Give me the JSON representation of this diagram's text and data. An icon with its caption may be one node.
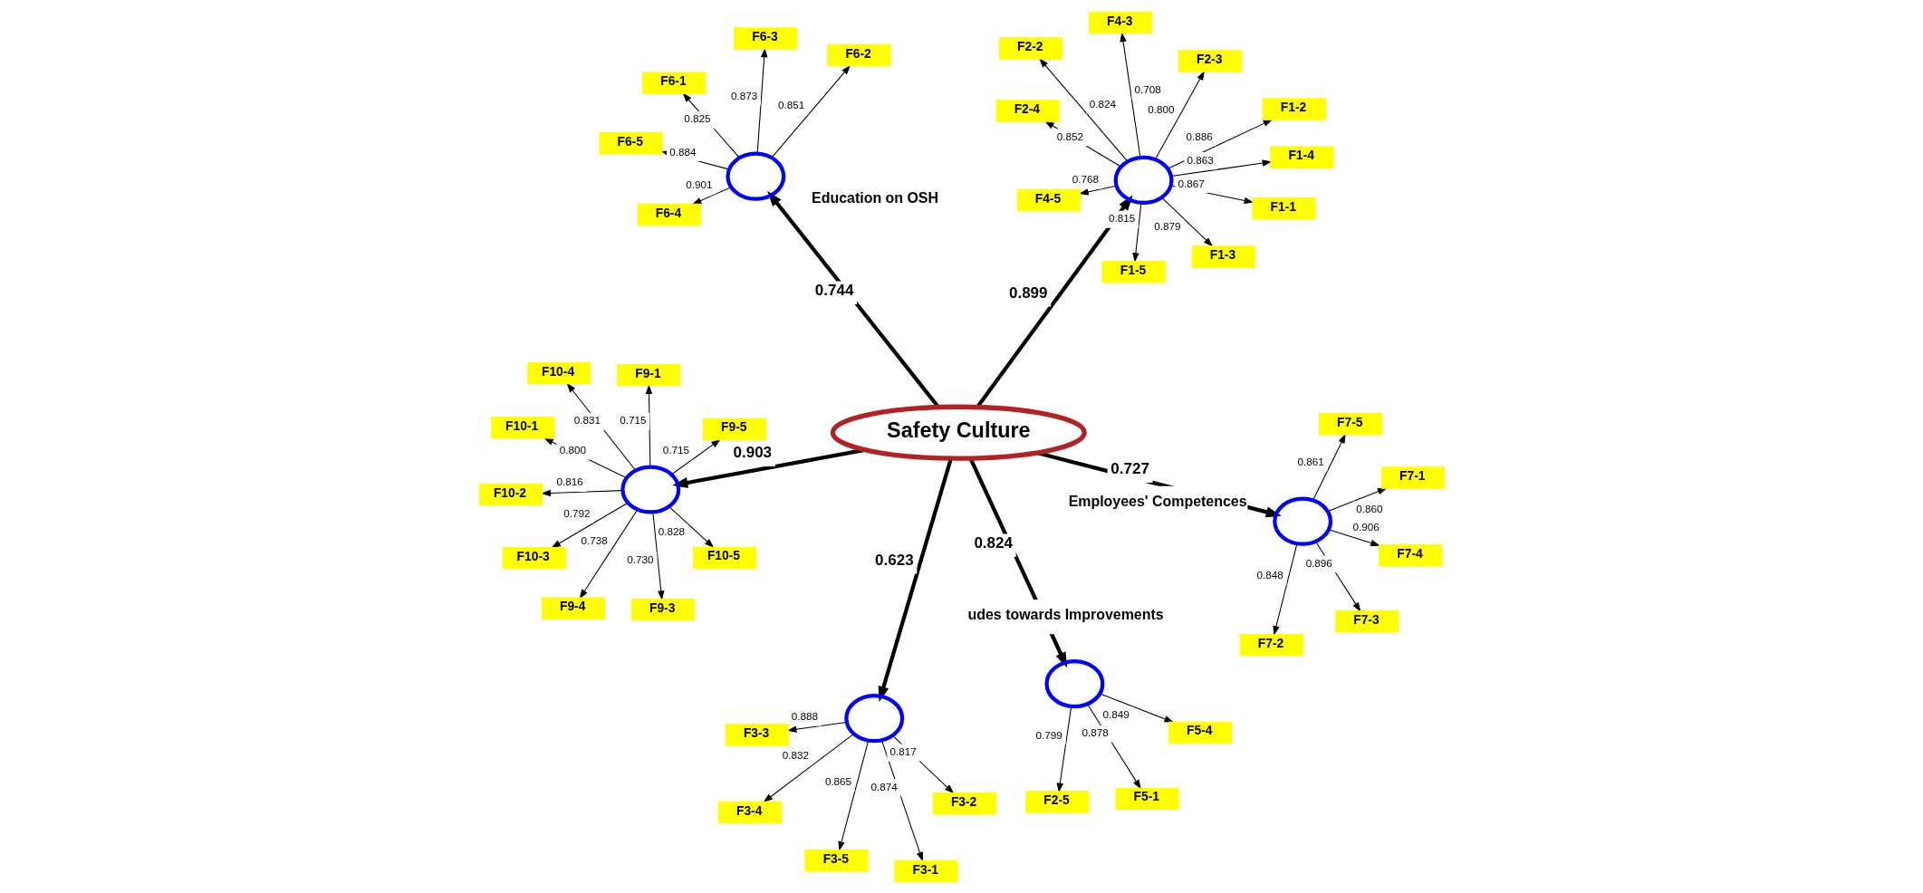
{
  "diagram": {
    "nodes": [
      {
        "text": [
          "Safety Culture"
        ]
      },
      {
        "text": [],
        "shape": "circle"
      },
      {
        "text": [],
        "shape": "circle"
      },
      {
        "text": [],
        "shape": "circle"
      },
      {
        "text": [],
        "shape": "circle",
        "beside": [
          "udes towards Improvements"
        ]
      },
      {
        "text": [],
        "shape": "circle",
        "beside": [
          "Education on OSH"
        ]
      },
      {
        "text": [],
        "shape": "circle",
        "beside": [
          "Employees' Competences"
        ]
      },
      {
        "text": [
          "F1-1"
        ]
      },
      {
        "text": [
          "F1-2"
        ]
      },
      {
        "text": [
          "F1-3"
        ]
      },
      {
        "text": [
          "F1-4"
        ]
      },
      {
        "text": [
          "F1-5"
        ]
      },
      {
        "text": [
          "F2-2"
        ]
      },
      {
        "text": [
          "F2-3"
        ]
      },
      {
        "text": [
          "F2-4"
        ]
      },
      {
        "text": [
          "F4-3"
        ]
      },
      {
        "text": [
          "F4-5"
        ]
      },
      {
        "text": [
          "F10-1"
        ]
      },
      {
        "text": [
          "F10-2"
        ]
      },
      {
        "text": [
          "F10-3"
        ]
      },
      {
        "text": [
          "F10-4"
        ]
      },
      {
        "text": [
          "F10-5"
        ]
      },
      {
        "text": [
          "F9-1"
        ]
      },
      {
        "text": [
          "F9-3"
        ]
      },
      {
        "text": [
          "F9-4"
        ]
      },
      {
        "text": [
          "F9-5"
        ]
      },
      {
        "text": [
          "F3-1"
        ]
      },
      {
        "text": [
          "F3-2"
        ]
      },
      {
        "text": [
          "F3-3"
        ]
      },
      {
        "text": [
          "F3-4"
        ]
      },
      {
        "text": [
          "F3-5"
        ]
      },
      {
        "text": [
          "F2-5"
        ]
      },
      {
        "text": [
          "F5-1"
        ]
      },
      {
        "text": [
          "F5-4"
        ]
      },
      {
        "text": [
          "F6-1"
        ]
      },
      {
        "text": [
          "F6-2"
        ]
      },
      {
        "text": [
          "F6-3"
        ]
      },
      {
        "text": [
          "F6-4"
        ]
      },
      {
        "text": [
          "F6-5"
        ]
      },
      {
        "text": [
          "F7-1"
        ]
      },
      {
        "text": [
          "F7-2"
        ]
      },
      {
        "text": [
          "F7-3"
        ]
      },
      {
        "text": [
          "F7-4"
        ]
      },
      {
        "text": [
          "F7-5"
        ]
      }
    ],
    "edges": [
      {
        "from": 0,
        "to": 1,
        "arrow": "to",
        "label": "0.899",
        "style": "thick"
      },
      {
        "from": 0,
        "to": 2,
        "arrow": "to",
        "label": "0.903",
        "style": "thick"
      },
      {
        "from": 0,
        "to": 3,
        "arrow": "to",
        "label": "0.623",
        "style": "thick"
      },
      {
        "from": 0,
        "to": 4,
        "arrow": "to",
        "label": "0.824",
        "style": "thick"
      },
      {
        "from": 0,
        "to": 5,
        "arrow": "to",
        "label": "0.744",
        "style": "thick"
      },
      {
        "from": 0,
        "to": 6,
        "arrow": "to",
        "label": "0.727",
        "style": "thick"
      },
      {
        "from": 1,
        "to": 7,
        "arrow": "to",
        "label": "0.867"
      },
      {
        "from": 1,
        "to": 8,
        "arrow": "to",
        "label": "0.886"
      },
      {
        "from": 1,
        "to": 9,
        "arrow": "to",
        "label": "0.879"
      },
      {
        "from": 1,
        "to": 10,
        "arrow": "to",
        "label": "0.863"
      },
      {
        "from": 1,
        "to": 11,
        "arrow": "to",
        "label": "0.815"
      },
      {
        "from": 1,
        "to": 12,
        "arrow": "to",
        "label": "0.824"
      },
      {
        "from": 1,
        "to": 13,
        "arrow": "to",
        "label": "0.800"
      },
      {
        "from": 1,
        "to": 14,
        "arrow": "to",
        "label": "0.852"
      },
      {
        "from": 1,
        "to": 15,
        "arrow": "to",
        "label": "0.708"
      },
      {
        "from": 1,
        "to": 16,
        "arrow": "to",
        "label": "0.768"
      },
      {
        "from": 2,
        "to": 17,
        "arrow": "to",
        "label": "0.800"
      },
      {
        "from": 2,
        "to": 18,
        "arrow": "to",
        "label": "0.816"
      },
      {
        "from": 2,
        "to": 19,
        "arrow": "to",
        "label": "0.792"
      },
      {
        "from": 2,
        "to": 20,
        "arrow": "to",
        "label": "0.831"
      },
      {
        "from": 2,
        "to": 21,
        "arrow": "to",
        "label": "0.828"
      },
      {
        "from": 2,
        "to": 22,
        "arrow": "to",
        "label": "0.715"
      },
      {
        "from": 2,
        "to": 23,
        "arrow": "to",
        "label": "0.730"
      },
      {
        "from": 2,
        "to": 24,
        "arrow": "to",
        "label": "0.738"
      },
      {
        "from": 2,
        "to": 25,
        "arrow": "to",
        "label": "0.715"
      },
      {
        "from": 3,
        "to": 26,
        "arrow": "to",
        "label": "0.874"
      },
      {
        "from": 3,
        "to": 27,
        "arrow": "to",
        "label": "0.817"
      },
      {
        "from": 3,
        "to": 28,
        "arrow": "to",
        "label": "0.888"
      },
      {
        "from": 3,
        "to": 29,
        "arrow": "to",
        "label": "0.832"
      },
      {
        "from": 3,
        "to": 30,
        "arrow": "to",
        "label": "0.865"
      },
      {
        "from": 4,
        "to": 31,
        "arrow": "to",
        "label": "0.799"
      },
      {
        "from": 4,
        "to": 32,
        "arrow": "to",
        "label": "0.878"
      },
      {
        "from": 4,
        "to": 33,
        "arrow": "to",
        "label": "0.849"
      },
      {
        "from": 5,
        "to": 34,
        "arrow": "to",
        "label": "0.825"
      },
      {
        "from": 5,
        "to": 35,
        "arrow": "to",
        "label": "0.851"
      },
      {
        "from": 5,
        "to": 36,
        "arrow": "to",
        "label": "0.873"
      },
      {
        "from": 5,
        "to": 37,
        "arrow": "to",
        "label": "0.901"
      },
      {
        "from": 5,
        "to": 38,
        "arrow": "to",
        "label": "0.884"
      },
      {
        "from": 6,
        "to": 39,
        "arrow": "to",
        "label": "0.860"
      },
      {
        "from": 6,
        "to": 40,
        "arrow": "to",
        "label": "0.848"
      },
      {
        "from": 6,
        "to": 41,
        "arrow": "to",
        "label": "0.896"
      },
      {
        "from": 6,
        "to": 42,
        "arrow": "to",
        "label": "0.906"
      },
      {
        "from": 6,
        "to": 43,
        "arrow": "to",
        "label": "0.861"
      }
    ]
  }
}
